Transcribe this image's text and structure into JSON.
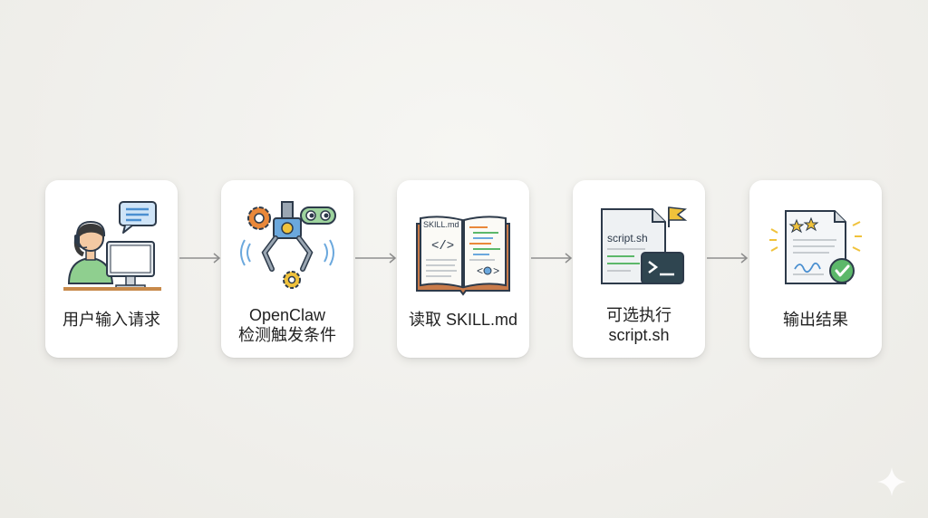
{
  "steps": [
    {
      "lines": [
        "用户输入请求"
      ],
      "icon": "user-at-computer-icon"
    },
    {
      "lines": [
        "OpenClaw",
        "检测触发条件"
      ],
      "icon": "robot-claw-icon"
    },
    {
      "lines": [
        "读取 SKILL.md"
      ],
      "icon": "open-book-icon",
      "book_label": "SKILL.md"
    },
    {
      "lines": [
        "可选执行",
        "script.sh"
      ],
      "icon": "script-file-icon",
      "file_label": "script.sh"
    },
    {
      "lines": [
        "输出结果"
      ],
      "icon": "result-document-icon"
    }
  ],
  "colors": {
    "card": "#ffffff",
    "arrow": "#8f8f8f",
    "text": "#222222",
    "accent_blue": "#6ba8dd",
    "accent_green": "#5cb86a",
    "accent_orange": "#e9883a",
    "accent_yellow": "#f0c23b"
  }
}
